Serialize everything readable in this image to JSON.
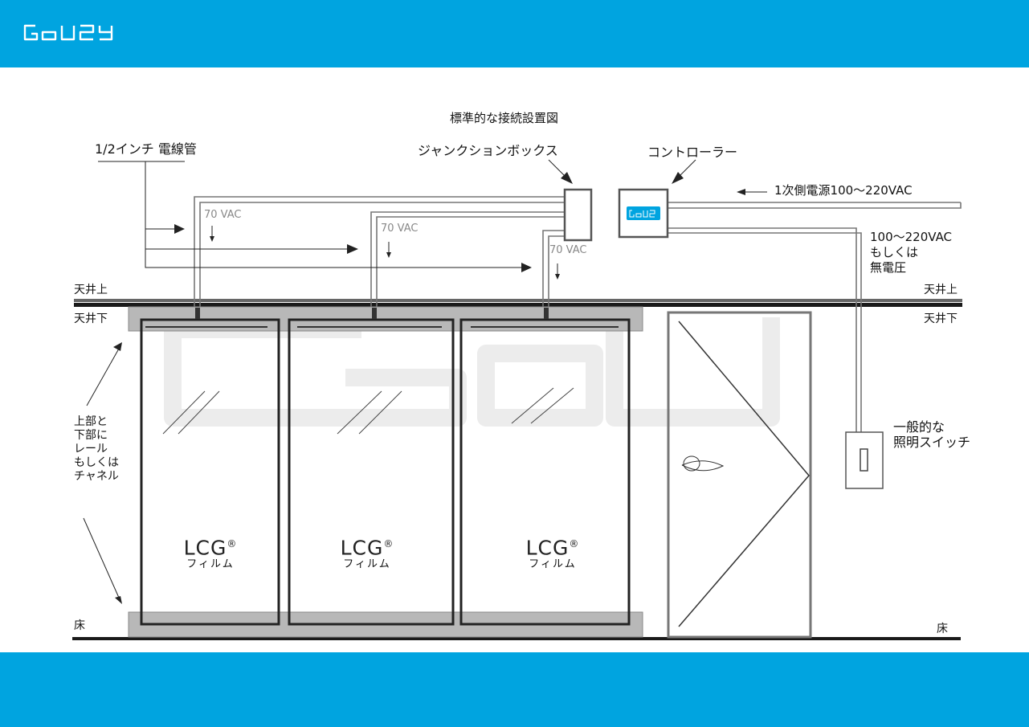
{
  "colors": {
    "brand": "#00a4e0",
    "pipe": "#777777",
    "frame": "#222222",
    "rail": "#b8b8b8"
  },
  "header": {
    "logo_text": "Gouzy",
    "logo_icon": "gauzy-logo-icon"
  },
  "diagram": {
    "title": "標準的な接続設置図",
    "conduit_label": "1/2インチ 電線管",
    "junction_box_label": "ジャンクションボックス",
    "controller_label": "コントローラー",
    "primary_power_label": "1次側電源100～220VAC",
    "switch_power_lines": [
      "100～220VAC",
      "もしくは",
      "無電圧"
    ],
    "vac_labels": [
      "70 VAC",
      "70 VAC",
      "70 VAC"
    ],
    "ceiling_top": "天井上",
    "ceiling_bottom": "天井下",
    "floor": "床",
    "rail_note_lines": [
      "上部と",
      "下部に",
      "レール",
      "もしくは",
      "チャネル"
    ],
    "switch_label_lines": [
      "一般的な",
      "照明スイッチ"
    ],
    "panels": [
      {
        "brand": "LCG",
        "film": "フィルム"
      },
      {
        "brand": "LCG",
        "film": "フィルム"
      },
      {
        "brand": "LCG",
        "film": "フィルム"
      }
    ]
  }
}
